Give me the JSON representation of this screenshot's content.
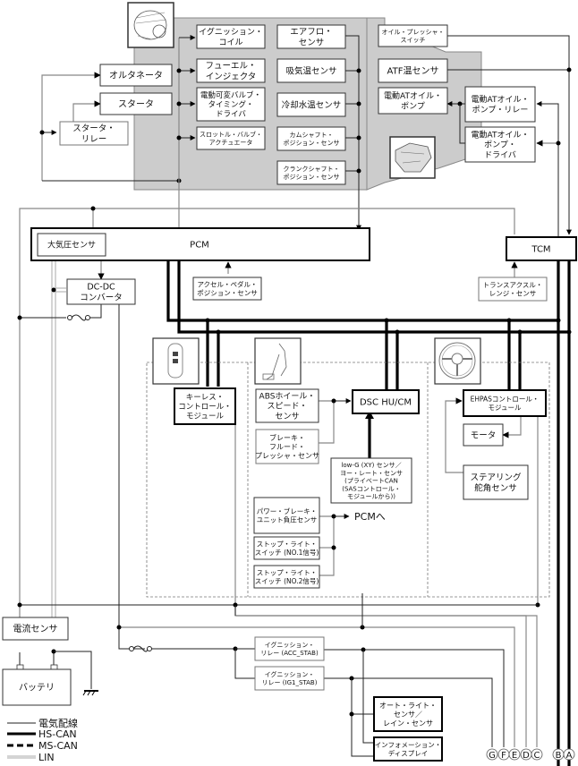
{
  "title": "PCM / TCM / CAN system wiring diagram",
  "engine_group": {
    "icon": "engine-icon",
    "left_components": [
      {
        "id": "alternator",
        "lines": [
          "オルタネータ"
        ]
      },
      {
        "id": "starter",
        "lines": [
          "スタータ"
        ]
      },
      {
        "id": "starter-relay",
        "lines": [
          "スタータ・",
          "リレー"
        ]
      }
    ],
    "actuators": [
      {
        "id": "ignition-coil",
        "lines": [
          "イグニッション・",
          "コイル"
        ]
      },
      {
        "id": "fuel-injector",
        "lines": [
          "フューエル・",
          "インジェクタ"
        ]
      },
      {
        "id": "electric-vvt-driver",
        "lines": [
          "電動可変バルブ・",
          "タイミング・",
          "ドライバ"
        ]
      },
      {
        "id": "throttle-valve-actuator",
        "lines": [
          "スロットル・バルブ・",
          "アクチュエータ"
        ]
      }
    ],
    "sensors": [
      {
        "id": "airflow-sensor",
        "lines": [
          "エアフロ・",
          "センサ"
        ]
      },
      {
        "id": "intake-temp-sensor",
        "lines": [
          "吸気温センサ"
        ]
      },
      {
        "id": "coolant-temp-sensor",
        "lines": [
          "冷却水温センサ"
        ]
      },
      {
        "id": "camshaft-position-sensor",
        "lines": [
          "カムシャフト・",
          "ポジション・センサ"
        ]
      },
      {
        "id": "crankshaft-position-sensor",
        "lines": [
          "クランクシャフト・",
          "ポジション・センサ"
        ]
      }
    ]
  },
  "transmission_group": {
    "icon": "transmission-icon",
    "components": [
      {
        "id": "oil-pressure-switch",
        "lines": [
          "オイル・プレッシャ・",
          "スイッチ"
        ]
      },
      {
        "id": "atf-temp-sensor",
        "lines": [
          "ATF温センサ"
        ]
      },
      {
        "id": "electric-at-oil-pump",
        "lines": [
          "電動ATオイル・",
          "ポンプ"
        ]
      },
      {
        "id": "electric-at-oil-pump-relay",
        "lines": [
          "電動ATオイル・",
          "ポンプ・リレー"
        ]
      },
      {
        "id": "electric-at-oil-pump-driver",
        "lines": [
          "電動ATオイル・",
          "ポンプ・",
          "ドライバ"
        ]
      }
    ]
  },
  "modules": {
    "pcm": "PCM",
    "tcm": "TCM",
    "barometric_sensor": "大気圧センサ",
    "dcdc_converter": [
      "DC-DC",
      "コンバータ"
    ],
    "accel_pedal_sensor": [
      "アクセル・ペダル・",
      "ポジション・センサ"
    ],
    "transaxle_range_sensor": [
      "トランスアクスル・",
      "レンジ・センサ"
    ]
  },
  "keyless_group": {
    "icon": "key-fob-icon",
    "module": [
      "キーレス・",
      "コントロール・",
      "モジュール"
    ]
  },
  "brake_group": {
    "icon": "brake-pedal-icon",
    "dsc": "DSC HU/CM",
    "abs_sensor": [
      "ABSホイール・",
      "スピード・",
      "センサ"
    ],
    "brake_fluid_sensor": [
      "ブレーキ・",
      "フルード・",
      "プレッシャ・センサ"
    ],
    "lowg_sensor": [
      "low-G (XY) センサ／",
      "ヨー・レート・センサ",
      "(プライベートCAN",
      "(SASコントロール・",
      "モジュールから))"
    ],
    "power_brake_sensor": [
      "パワー・ブレーキ・",
      "ユニット負圧センサ"
    ],
    "to_pcm": "PCMへ",
    "stop_light_1": [
      "ストップ・ライト・",
      "スイッチ (NO.1信号)"
    ],
    "stop_light_2": [
      "ストップ・ライト・",
      "スイッチ (NO.2信号)"
    ]
  },
  "steering_group": {
    "icon": "steering-wheel-icon",
    "ehpas": [
      "EHPASコントロール・",
      "モジュール"
    ],
    "motor": [
      "モータ"
    ],
    "steering_angle_sensor": [
      "ステアリング",
      "舵角センサ"
    ]
  },
  "power": {
    "current_sensor": "電流センサ",
    "battery": "バッテリ",
    "ig_relay_acc": [
      "イグニッション・",
      "リレー (ACC_STAB)"
    ],
    "ig_relay_ig1": [
      "イグニッション・",
      "リレー (IG1_STAB)"
    ],
    "auto_light_sensor": [
      "オート・ライト・",
      "センサ／",
      "レイン・センサ"
    ],
    "info_display": [
      "インフォメーション・",
      "ディスプレイ"
    ]
  },
  "connectors": [
    "G",
    "F",
    "E",
    "D",
    "C",
    "B",
    "A"
  ],
  "legend": [
    {
      "style": "wire",
      "label": "電気配線"
    },
    {
      "style": "hs-can",
      "label": "HS-CAN"
    },
    {
      "style": "ms-can",
      "label": "MS-CAN"
    },
    {
      "style": "lin",
      "label": "LIN"
    }
  ]
}
